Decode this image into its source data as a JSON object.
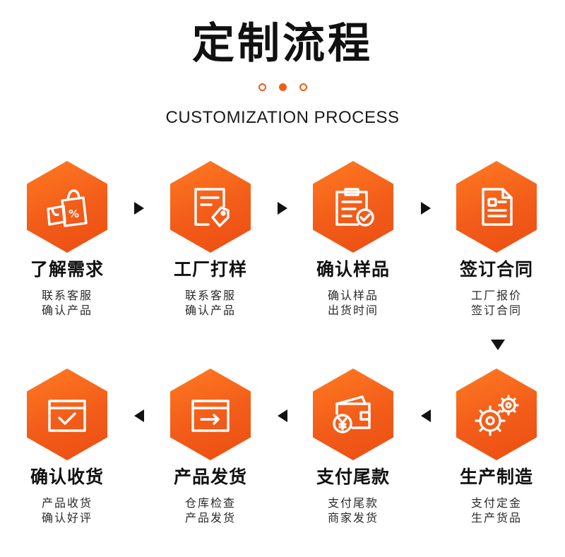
{
  "title": "定制流程",
  "subtitle": "CUSTOMIZATION PROCESS",
  "colors": {
    "accent": "#f25c19",
    "text": "#111111"
  },
  "steps": [
    {
      "title": "了解需求",
      "lines": [
        "联系客服",
        "确认产品"
      ],
      "icon": "shopping-bag-icon"
    },
    {
      "title": "工厂打样",
      "lines": [
        "联系客服",
        "确认产品"
      ],
      "icon": "document-tag-icon"
    },
    {
      "title": "确认样品",
      "lines": [
        "确认样品",
        "出货时间"
      ],
      "icon": "clipboard-check-icon"
    },
    {
      "title": "签订合同",
      "lines": [
        "工厂报价",
        "签订合同"
      ],
      "icon": "contract-icon"
    },
    {
      "title": "生产制造",
      "lines": [
        "支付定金",
        "生产货品"
      ],
      "icon": "gears-icon"
    },
    {
      "title": "支付尾款",
      "lines": [
        "支付尾款",
        "商家发货"
      ],
      "icon": "wallet-yen-icon"
    },
    {
      "title": "产品发货",
      "lines": [
        "仓库检查",
        "产品发货"
      ],
      "icon": "box-arrow-icon"
    },
    {
      "title": "确认收货",
      "lines": [
        "产品收货",
        "确认好评"
      ],
      "icon": "box-check-icon"
    }
  ]
}
